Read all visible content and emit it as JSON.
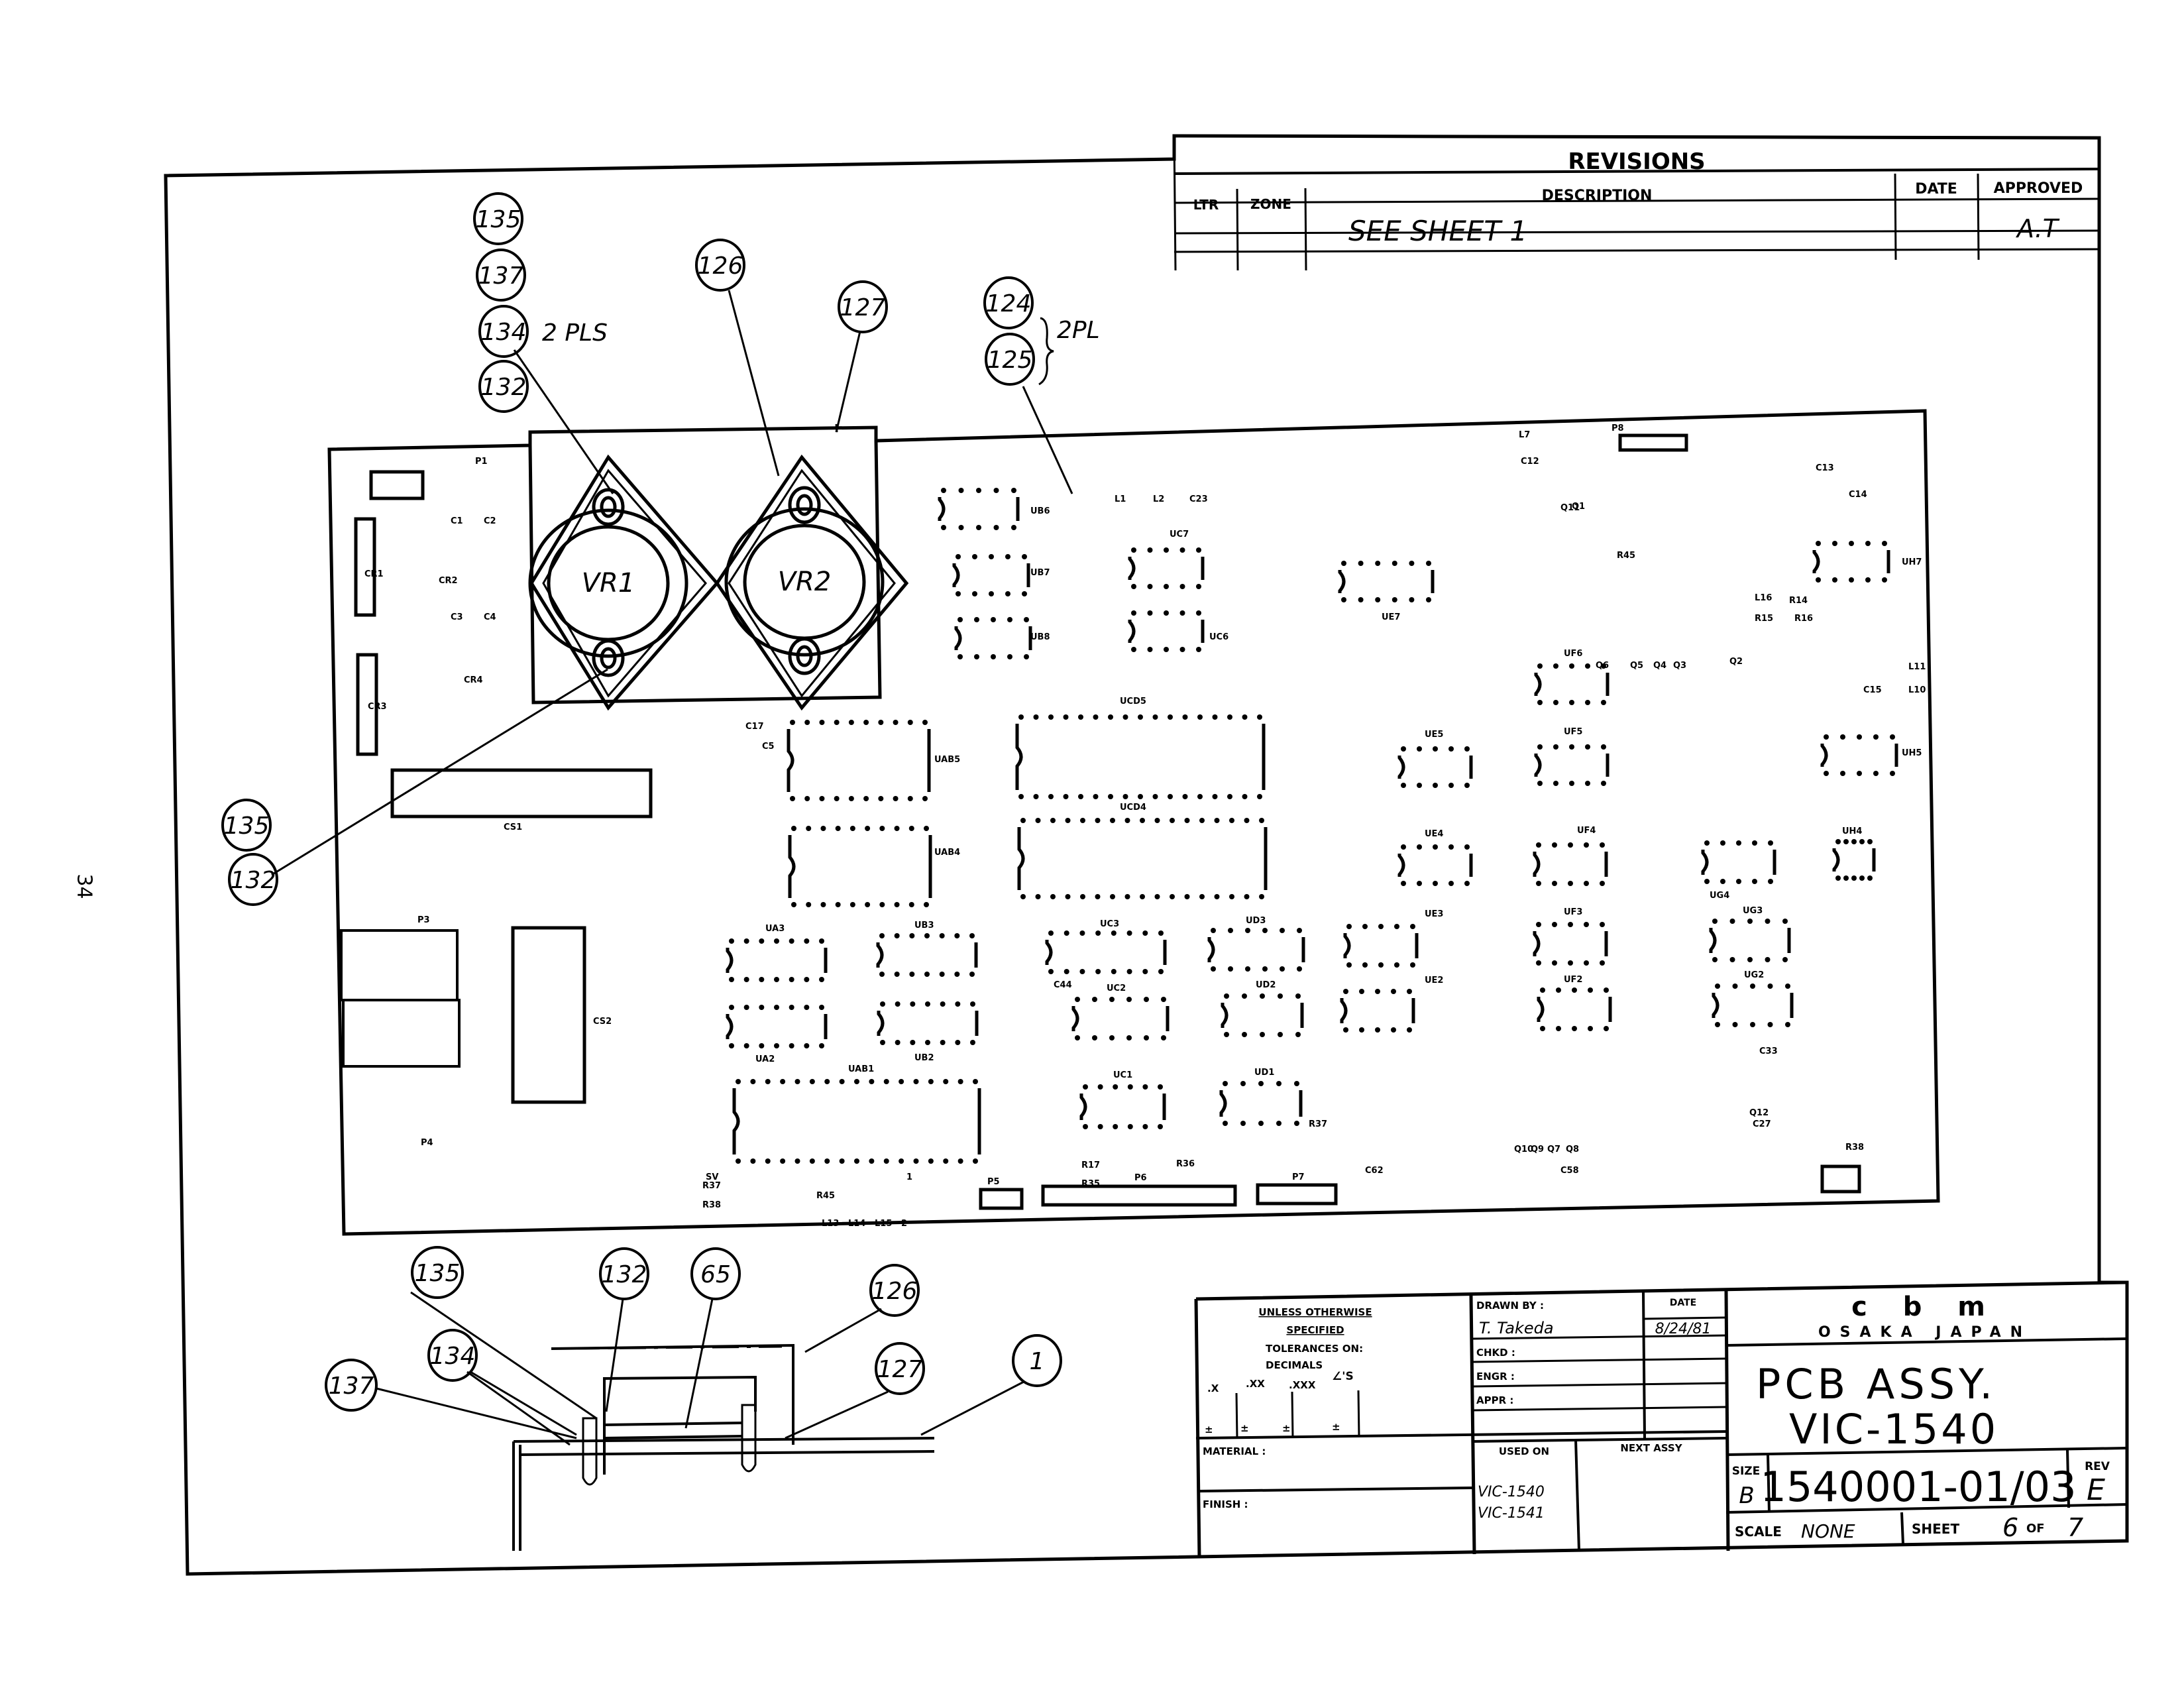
{
  "page_number": "34",
  "revisions": {
    "title": "REVISIONS",
    "columns": [
      "LTR",
      "ZONE",
      "DESCRIPTION",
      "DATE",
      "APPROVED"
    ],
    "rows": [
      {
        "ltr": "",
        "zone": "",
        "description": "SEE SHEET 1",
        "date": "",
        "approved": "A.T"
      }
    ]
  },
  "callouts_top": {
    "stack_left": [
      "135",
      "137",
      "134",
      "132"
    ],
    "stack_left_note": "2 PLS",
    "item_126": "126",
    "item_127": "127",
    "stack_right": [
      "124",
      "125"
    ],
    "stack_right_note": "2PL",
    "lower_left": [
      "135",
      "132"
    ]
  },
  "callouts_section": [
    "135",
    "132",
    "65",
    "126",
    "134",
    "137",
    "127",
    "1"
  ],
  "board": {
    "regulators": [
      "VR1",
      "VR2"
    ],
    "connectors": [
      "P1",
      "P3",
      "P4",
      "P5",
      "P6",
      "P7",
      "P8"
    ],
    "capacitors_large": [
      "CS1",
      "CS2"
    ],
    "ics": [
      {
        "ref": "UAB5"
      },
      {
        "ref": "UAB4"
      },
      {
        "ref": "UCD5"
      },
      {
        "ref": "UCD4"
      },
      {
        "ref": "UA3"
      },
      {
        "ref": "UB3"
      },
      {
        "ref": "UC3"
      },
      {
        "ref": "UD3"
      },
      {
        "ref": "UA2"
      },
      {
        "ref": "UB2"
      },
      {
        "ref": "UC2"
      },
      {
        "ref": "UD2"
      },
      {
        "ref": "UAB1"
      },
      {
        "ref": "UC1"
      },
      {
        "ref": "UD1"
      },
      {
        "ref": "UB6"
      },
      {
        "ref": "UB7"
      },
      {
        "ref": "UB8"
      },
      {
        "ref": "UC7"
      },
      {
        "ref": "UC6"
      },
      {
        "ref": "UE7"
      },
      {
        "ref": "UE5"
      },
      {
        "ref": "UF5"
      },
      {
        "ref": "UF6"
      },
      {
        "ref": "UE4"
      },
      {
        "ref": "UF4"
      },
      {
        "ref": "UE3"
      },
      {
        "ref": "UF3"
      },
      {
        "ref": "UE2"
      },
      {
        "ref": "UF2"
      },
      {
        "ref": "UG4"
      },
      {
        "ref": "UG3"
      },
      {
        "ref": "UG2"
      },
      {
        "ref": "UH7"
      },
      {
        "ref": "UH5"
      },
      {
        "ref": "UH4"
      }
    ],
    "misc_labels": [
      "CR1",
      "CR2",
      "CR3",
      "CR4",
      "C1",
      "C2",
      "C3",
      "C4",
      "C5",
      "C17",
      "C44",
      "C62",
      "C58",
      "C33",
      "C27",
      "C12",
      "C13",
      "C14",
      "C15",
      "C23",
      "L1",
      "L2",
      "L7",
      "L10",
      "L11",
      "L13",
      "L14",
      "L15",
      "L16",
      "R14",
      "R15",
      "R16",
      "R17",
      "R35",
      "R36",
      "R37",
      "R38",
      "R45",
      "Q1",
      "Q2",
      "Q3",
      "Q4",
      "Q5",
      "Q6",
      "Q7",
      "Q8",
      "Q9",
      "Q10",
      "Q11",
      "Q12",
      "SV",
      "1",
      "2"
    ]
  },
  "title_block": {
    "tolerances": {
      "heading1": "UNLESS OTHERWISE",
      "heading2": "SPECIFIED",
      "line1": "TOLERANCES ON:",
      "line2": "DECIMALS",
      "cols": [
        ".X",
        ".XX",
        ".XXX",
        "∠'S"
      ],
      "pm": "±"
    },
    "material_label": "MATERIAL :",
    "finish_label": "FINISH :",
    "drawn_by_label": "DRAWN BY :",
    "drawn_by_value": "T. Takeda",
    "date_label": "DATE",
    "date_value": "8/24/81",
    "chkd_label": "CHKD :",
    "engr_label": "ENGR :",
    "appr_label": "APPR :",
    "used_on_label": "USED ON",
    "used_on_values": [
      "VIC-1540",
      "VIC-1541"
    ],
    "next_assy_label": "NEXT ASSY",
    "company": "c b m",
    "company_location": "OSAKA JAPAN",
    "title_line1": "PCB ASSY.",
    "title_line2": "VIC-1540",
    "size_label": "SIZE",
    "size_value": "B",
    "drawing_number": "1540001-01/03",
    "rev_label": "REV",
    "rev_value": "E",
    "scale_label": "SCALE",
    "scale_value": "NONE",
    "sheet_label": "SHEET",
    "sheet_value": "6",
    "of_label": "OF",
    "sheet_total": "7"
  }
}
